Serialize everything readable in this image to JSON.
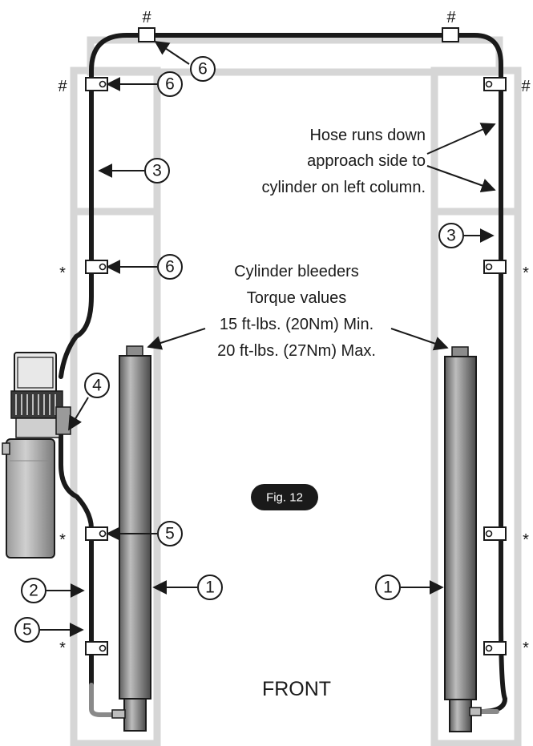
{
  "notes": {
    "hose_route": [
      "Hose runs down",
      "approach side to",
      "cylinder on left column."
    ],
    "bleeders": [
      "Cylinder bleeders",
      "Torque values",
      "15 ft-lbs. (20Nm) Min.",
      "20 ft-lbs. (27Nm) Max."
    ]
  },
  "figure_badge": "Fig. 12",
  "front_label": "FRONT",
  "markers": {
    "hash": "#",
    "star": "*"
  },
  "callouts": {
    "c1": "1",
    "c2": "2",
    "c3": "3",
    "c4": "4",
    "c5": "5",
    "c6": "6"
  },
  "colors": {
    "hose": "#1a1a1a",
    "column": "#d6d6d6",
    "cylinder": "#8c8c8c",
    "badge": "#1a1a1a"
  }
}
